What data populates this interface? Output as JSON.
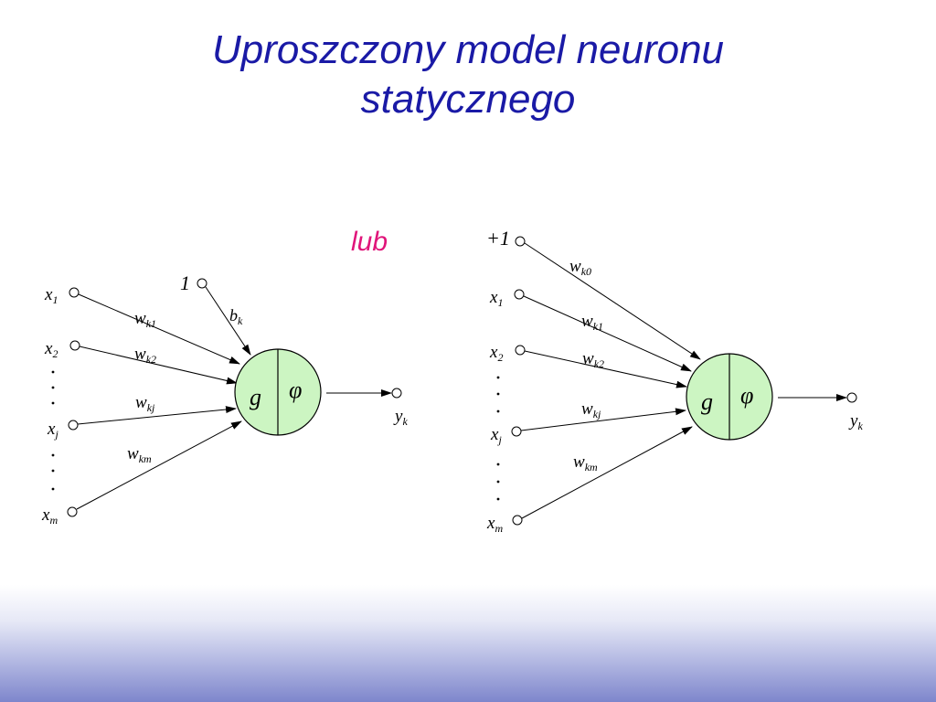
{
  "title": {
    "line1": "Uproszczony model neuronu",
    "line2": "statycznego"
  },
  "separator": "lub",
  "colors": {
    "title": "#1a1aa6",
    "separator": "#e0157a",
    "neuron_fill": "#ccf5c2",
    "neuron_stroke": "#000000"
  },
  "left_diagram": {
    "bias_input": "1",
    "bias_weight": {
      "base": "b",
      "sub": "k"
    },
    "inputs": [
      {
        "base": "x",
        "sub": "1"
      },
      {
        "base": "x",
        "sub": "2"
      },
      {
        "base": "x",
        "sub": "j"
      },
      {
        "base": "x",
        "sub": "m"
      }
    ],
    "weights": [
      {
        "base": "w",
        "sub": "k1"
      },
      {
        "base": "w",
        "sub": "k2"
      },
      {
        "base": "w",
        "sub": "kj"
      },
      {
        "base": "w",
        "sub": "km"
      }
    ],
    "neuron": {
      "left": "g",
      "right": "φ"
    },
    "output": {
      "base": "y",
      "sub": "k"
    }
  },
  "right_diagram": {
    "bias_input": "+1",
    "bias_weight": {
      "base": "w",
      "sub": "k0"
    },
    "inputs": [
      {
        "base": "x",
        "sub": "1"
      },
      {
        "base": "x",
        "sub": "2"
      },
      {
        "base": "x",
        "sub": "j"
      },
      {
        "base": "x",
        "sub": "m"
      }
    ],
    "weights": [
      {
        "base": "w",
        "sub": "k1"
      },
      {
        "base": "w",
        "sub": "k2"
      },
      {
        "base": "w",
        "sub": "kj"
      },
      {
        "base": "w",
        "sub": "km"
      }
    ],
    "neuron": {
      "left": "g",
      "right": "φ"
    },
    "output": {
      "base": "y",
      "sub": "k"
    }
  }
}
